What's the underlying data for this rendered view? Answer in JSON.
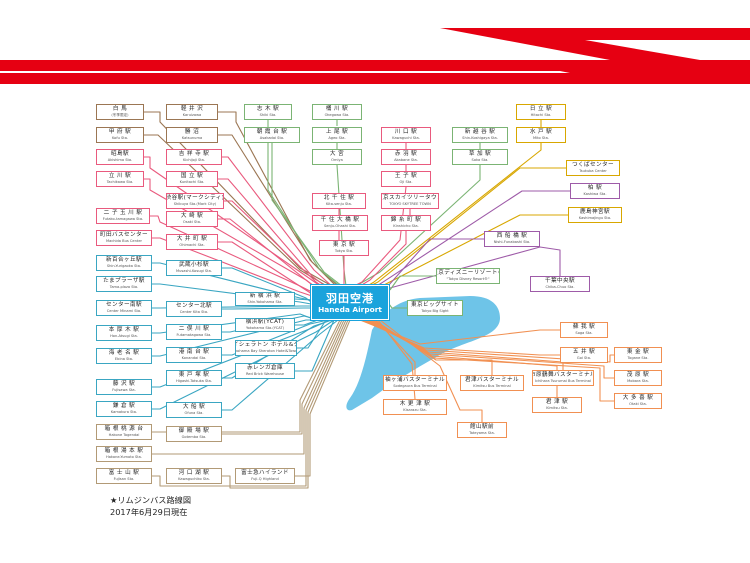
{
  "colors": {
    "red": "#e60012",
    "pink": "#e95a7e",
    "teal": "#3aa6c2",
    "tan": "#b29a76",
    "green": "#7bb474",
    "brown": "#9b7653",
    "gold": "#d8a700",
    "purple": "#9e5ba8",
    "orange": "#f19052",
    "water": "#6ec4e8",
    "hub": "#1aa3dc"
  },
  "hub": {
    "jp": "羽田空港",
    "en": "Haneda Airport"
  },
  "stations": [
    {
      "id": "hakuba",
      "jp": "白 馬",
      "en": "(冬季限定)",
      "c": "brown"
    },
    {
      "id": "karuizawa",
      "jp": "軽 井 沢",
      "en": "Karuizawa",
      "c": "brown"
    },
    {
      "id": "shiki",
      "jp": "志 木 駅",
      "en": "Shiki Sta.",
      "c": "green"
    },
    {
      "id": "okegawa",
      "jp": "桶 川 駅",
      "en": "Okegawa Sta.",
      "c": "green"
    },
    {
      "id": "kofu",
      "jp": "甲 府 駅",
      "en": "Kofu Sta.",
      "c": "brown"
    },
    {
      "id": "katsunuma",
      "jp": "勝 沼",
      "en": "Katsunuma",
      "c": "brown"
    },
    {
      "id": "asakadai",
      "jp": "朝 霞 台 駅",
      "en": "Asakadai Sta.",
      "c": "green"
    },
    {
      "id": "ageo",
      "jp": "上 尾 駅",
      "en": "Ageo Sta.",
      "c": "green"
    },
    {
      "id": "kawaguchi",
      "jp": "川 口 駅",
      "en": "Kawaguchi Sta.",
      "c": "pink"
    },
    {
      "id": "shinkoshigaya",
      "jp": "新 越 谷 駅",
      "en": "Shin-Koshigaya Sta.",
      "c": "green"
    },
    {
      "id": "hitachi",
      "jp": "日 立 駅",
      "en": "Hitachi Sta.",
      "c": "gold"
    },
    {
      "id": "mito",
      "jp": "水 戸 駅",
      "en": "Mito Sta.",
      "c": "gold"
    },
    {
      "id": "akishima",
      "jp": "昭島駅",
      "en": "Akishima Sta.",
      "c": "pink"
    },
    {
      "id": "kichijoji",
      "jp": "吉 祥 寺 駅",
      "en": "Kichijoji Sta.",
      "c": "pink"
    },
    {
      "id": "omiya",
      "jp": "大 宮",
      "en": "Omiya",
      "c": "green"
    },
    {
      "id": "akabane",
      "jp": "赤 羽 駅",
      "en": "Akabane Sta.",
      "c": "pink"
    },
    {
      "id": "soka",
      "jp": "草 加 駅",
      "en": "Soka Sta.",
      "c": "green"
    },
    {
      "id": "tachikawa",
      "jp": "立 川 駅",
      "en": "Tachikawa Sta.",
      "c": "pink"
    },
    {
      "id": "kunitachi",
      "jp": "国 立 駅",
      "en": "Kunitachi Sta.",
      "c": "pink"
    },
    {
      "id": "oji",
      "jp": "王 子 駅",
      "en": "Oji Sta.",
      "c": "pink"
    },
    {
      "id": "tsukuba",
      "jp": "つくばセンター",
      "en": "Tsukuba Center",
      "c": "gold"
    },
    {
      "id": "shibuya",
      "jp": "渋谷駅(マークシティ)",
      "en": "Shibuya Sta.(Mark City)",
      "c": "pink"
    },
    {
      "id": "kashiwa",
      "jp": "柏 駅",
      "en": "Kashiwa Sta.",
      "c": "purple"
    },
    {
      "id": "futakotamagawa",
      "jp": "二 子 玉 川 駅",
      "en": "Futako-tamagawa Sta.",
      "c": "pink"
    },
    {
      "id": "kitasenju",
      "jp": "北 千 住 駅",
      "en": "Kita-senju Sta.",
      "c": "pink"
    },
    {
      "id": "skytree",
      "jp": "東京スカイツリータウン",
      "en": "TOKYO SKYTREE TOWN",
      "c": "pink"
    },
    {
      "id": "kashimajingu",
      "jp": "鹿島神宮駅",
      "en": "Kashimajingu Sta.",
      "c": "gold"
    },
    {
      "id": "osaki",
      "jp": "大 崎 駅",
      "en": "Osaki Sta.",
      "c": "pink"
    },
    {
      "id": "senjuohashi",
      "jp": "千 住 大 橋 駅",
      "en": "Senju-Ohashi Sta.",
      "c": "pink"
    },
    {
      "id": "kinshicho",
      "jp": "錦 糸 町 駅",
      "en": "Kinshicho Sta.",
      "c": "pink"
    },
    {
      "id": "machida",
      "jp": "町田バスセンター",
      "en": "Machida Bus Center",
      "c": "pink"
    },
    {
      "id": "oimachi",
      "jp": "大 井 町 駅",
      "en": "Ohimachi Sta.",
      "c": "pink"
    },
    {
      "id": "nishifunabashi",
      "jp": "西 船 橋 駅",
      "en": "Nishi-Funabashi Sta.",
      "c": "purple"
    },
    {
      "id": "tokyo",
      "jp": "東 京 駅",
      "en": "Tokyo Sta.",
      "c": "pink"
    },
    {
      "id": "shinyurigaoka",
      "jp": "新百合ヶ丘駅",
      "en": "Shin-Yurigaoka Sta.",
      "c": "teal"
    },
    {
      "id": "musashikosugi",
      "jp": "武蔵小杉駅",
      "en": "Musashi-Kosugi Sta.",
      "c": "teal"
    },
    {
      "id": "tamaplaza",
      "jp": "たまプラーザ駅",
      "en": "Tama-plaza Sta.",
      "c": "teal"
    },
    {
      "id": "disney",
      "jp": "「東京ディズニーリゾート®」",
      "en": "\"Tokyo Disney Resort®\"",
      "c": "green"
    },
    {
      "id": "chibachuo",
      "jp": "千葉中央駅",
      "en": "Chiba-Chuo Sta.",
      "c": "purple"
    },
    {
      "id": "shinyokohama",
      "jp": "新 横 浜 駅",
      "en": "Shin-Yokohama Sta.",
      "c": "teal"
    },
    {
      "id": "bigsight",
      "jp": "東京ビッグサイト",
      "en": "Tokyo Big Sight",
      "c": "green"
    },
    {
      "id": "centerminami",
      "jp": "センター南駅",
      "en": "Center Minami Sta.",
      "c": "teal"
    },
    {
      "id": "centerkita",
      "jp": "センター北駅",
      "en": "Center Kita Sta.",
      "c": "teal"
    },
    {
      "id": "ycat",
      "jp": "横浜駅(YCAT)",
      "en": "Yokohama Sta.(YCAT)",
      "c": "teal"
    },
    {
      "id": "honatsugi",
      "jp": "本 厚 木 駅",
      "en": "Hon-Atsugi Sta.",
      "c": "teal"
    },
    {
      "id": "futamatagawa",
      "jp": "二 俣 川 駅",
      "en": "Futamatagawa Sta.",
      "c": "teal"
    },
    {
      "id": "intercontinental",
      "jp": "横浜ベイシェラトン ホテル&タワーズ",
      "en": "Yokohama Bay Sheraton Hotel&Towers",
      "c": "teal"
    },
    {
      "id": "soga",
      "jp": "蘇 我 駅",
      "en": "Soga Sta.",
      "c": "orange"
    },
    {
      "id": "ebina",
      "jp": "海 老 名 駅",
      "en": "Ebina Sta.",
      "c": "teal"
    },
    {
      "id": "konandai",
      "jp": "港 南 台 駅",
      "en": "Konandai Sta.",
      "c": "teal"
    },
    {
      "id": "redbrick",
      "jp": "赤レンガ倉庫",
      "en": "Red Brick Warehouse",
      "c": "teal"
    },
    {
      "id": "goi",
      "jp": "五 井 駅",
      "en": "Goi Sta.",
      "c": "orange"
    },
    {
      "id": "togane",
      "jp": "東 金 駅",
      "en": "Togane Sta.",
      "c": "orange"
    },
    {
      "id": "higashitotsuka",
      "jp": "東 戸 塚 駅",
      "en": "Higashi-Totsuka Sta.",
      "c": "teal"
    },
    {
      "id": "sodegaura",
      "jp": "袖ヶ浦バスターミナル",
      "en": "Sodegaura Bus Terminal",
      "c": "orange"
    },
    {
      "id": "kimitsu",
      "jp": "君津バスターミナル",
      "en": "Kimitsu Bus Terminal",
      "c": "orange"
    },
    {
      "id": "ichiharatsurumai",
      "jp": "市原鶴舞バスターミナル",
      "en": "Ichihara Tsurumai Bus Terminal",
      "c": "orange"
    },
    {
      "id": "mobara",
      "jp": "茂 原 駅",
      "en": "Mobara Sta.",
      "c": "orange"
    },
    {
      "id": "fujisawa",
      "jp": "藤 沢 駅",
      "en": "Fujisawa Sta.",
      "c": "teal"
    },
    {
      "id": "kisarazu",
      "jp": "木 更 津 駅",
      "en": "Kisarazu Sta.",
      "c": "orange"
    },
    {
      "id": "kimitsusta",
      "jp": "君 津 駅",
      "en": "Kimitsu Sta.",
      "c": "orange"
    },
    {
      "id": "otaki",
      "jp": "大 多 喜 駅",
      "en": "Otaki Sta.",
      "c": "orange"
    },
    {
      "id": "kamakura",
      "jp": "鎌 倉 駅",
      "en": "Kamakura Sta.",
      "c": "teal"
    },
    {
      "id": "ofuna",
      "jp": "大 船 駅",
      "en": "Ofuna Sta.",
      "c": "teal"
    },
    {
      "id": "tateyama",
      "jp": "館山駅前",
      "en": "Tateyama Sta.",
      "c": "orange"
    },
    {
      "id": "hakonetoge",
      "jp": "箱 根 桃 源 台",
      "en": "Hakone Togendai",
      "c": "tan"
    },
    {
      "id": "gotemba",
      "jp": "御 殿 場 駅",
      "en": "Gotemba Sta.",
      "c": "tan"
    },
    {
      "id": "hakoneyumoto",
      "jp": "箱 根 湯 本 駅",
      "en": "Hakone-Yumoto Sta.",
      "c": "tan"
    },
    {
      "id": "fujisan",
      "jp": "富 士 山 駅",
      "en": "Fujisan Sta.",
      "c": "tan"
    },
    {
      "id": "kawaguchiko",
      "jp": "河 口 湖 駅",
      "en": "Kawaguchiko Sta.",
      "c": "tan"
    },
    {
      "id": "fujiq",
      "jp": "富士急ハイランド",
      "en": "Fuji-Q Highland",
      "c": "tan"
    }
  ],
  "footer": {
    "title": "★リムジンバス路線図",
    "date": "2017年6月29日現在"
  }
}
